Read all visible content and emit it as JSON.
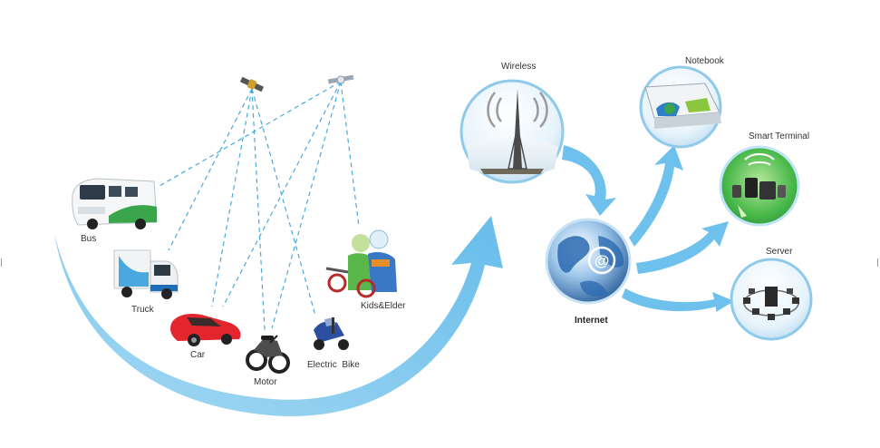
{
  "labels": {
    "bus": "Bus",
    "truck": "Truck",
    "car": "Car",
    "motor": "Motor",
    "electric_bike": "Electric  Bike",
    "kids_elder": "Kids&Elder",
    "wireless": "Wireless",
    "internet": "Internet",
    "notebook": "Notebook",
    "smart_terminal": "Smart Terminal",
    "server": "Server"
  },
  "colors": {
    "arrow": "#6ec1ec",
    "arrow_light": "#bfe4f7",
    "signal": "#4aa9dc",
    "globe": "#1f63a8",
    "bus_green": "#3aa54a",
    "car_red": "#e3262d",
    "tablet_green": "#3fb24a"
  }
}
